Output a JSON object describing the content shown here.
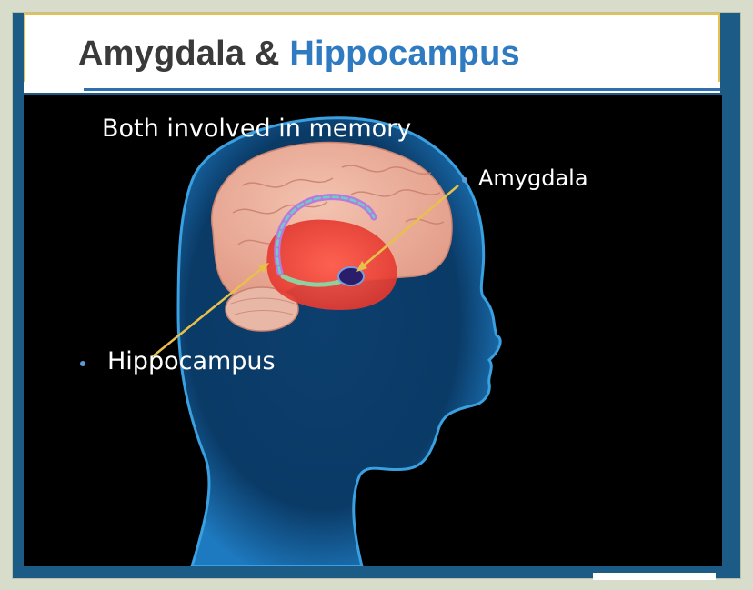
{
  "slide": {
    "title_part1": "Amygdala & ",
    "title_part2": "Hippocampus",
    "subtitle": "Both involved in memory",
    "labels": {
      "amygdala": "Amygdala",
      "hippocampus": "Hippocampus"
    }
  },
  "colors": {
    "frame": "#1d5b87",
    "title_text": "#3a3a3a",
    "title_accent": "#2f7bc1",
    "pointer_line": "#e8c04a",
    "bullet": "#5e9ad6"
  },
  "icons": [
    "head-illustration",
    "brain-illustration",
    "hippocampus-illustration",
    "amygdala-illustration"
  ]
}
